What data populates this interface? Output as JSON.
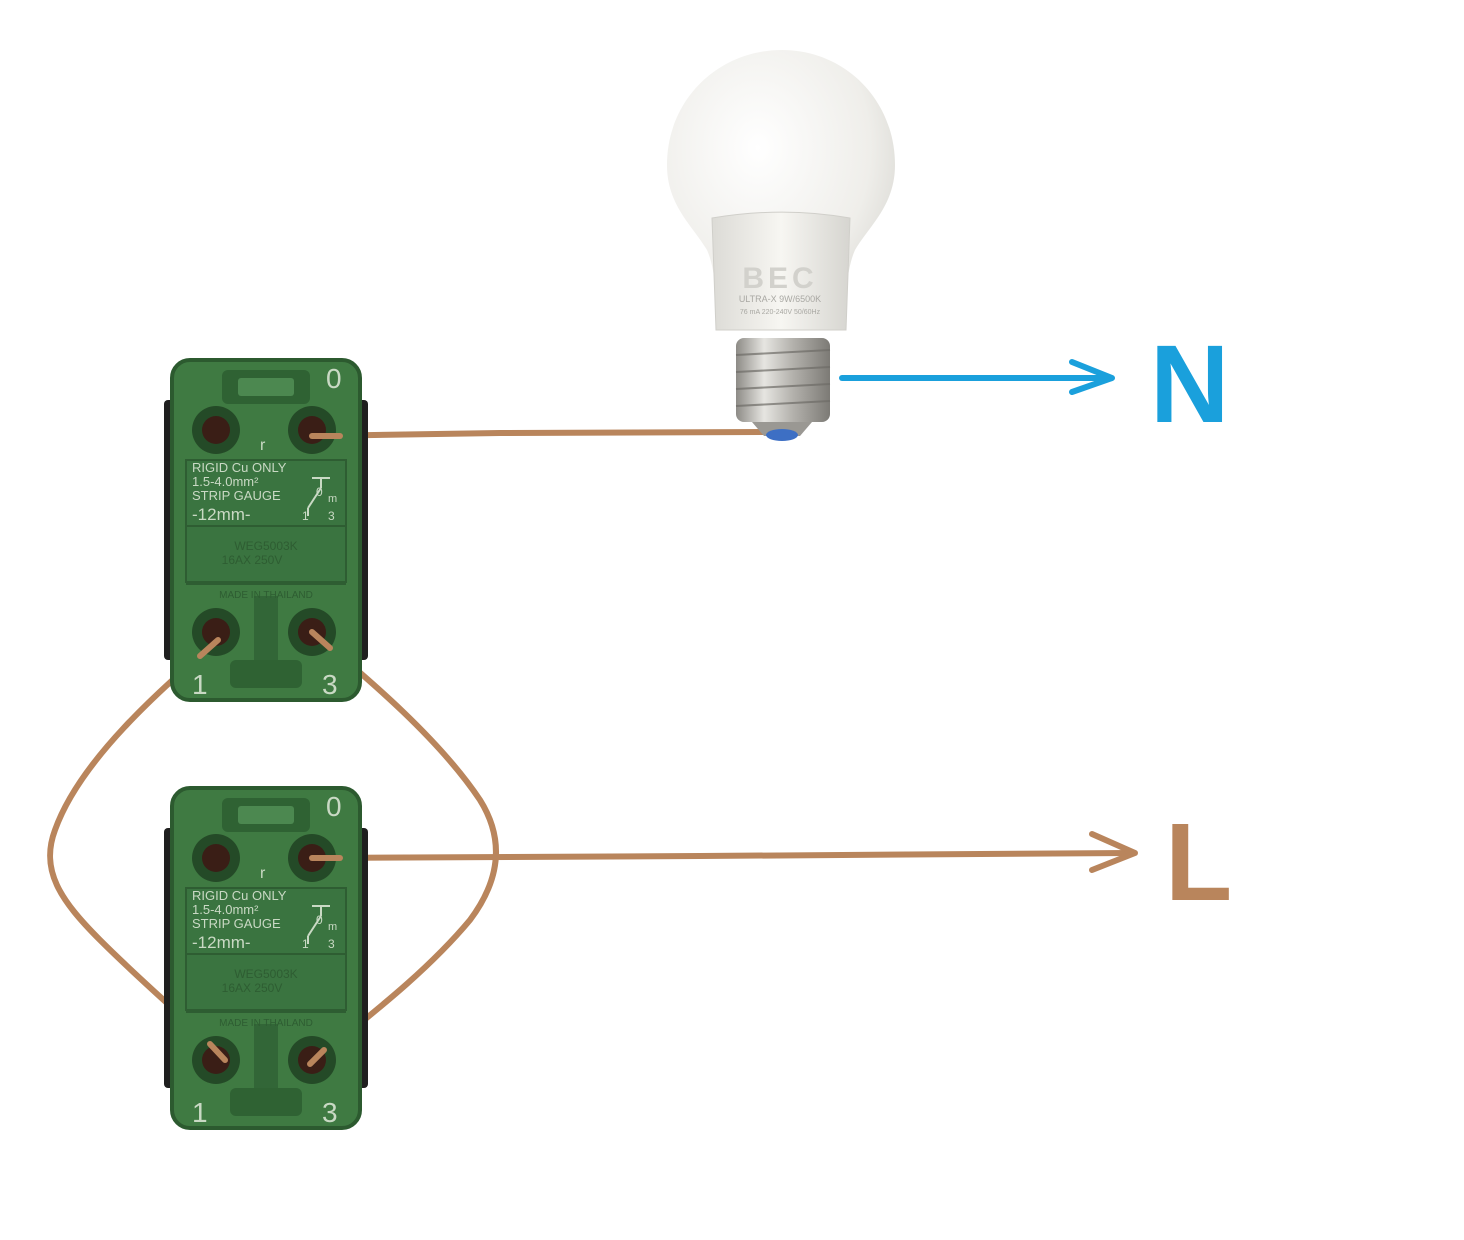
{
  "colors": {
    "live_wire": "#b9855c",
    "neutral_wire": "#1aa0dc",
    "switch_body": "#3f7a42",
    "switch_body_dark": "#2c5a2f",
    "switch_text": "#c9d9c4",
    "bulb_glass": "#f3f2ef",
    "bulb_base": "#c8c8c4"
  },
  "labels": {
    "neutral": "N",
    "live": "L"
  },
  "bulb": {
    "brand": "BEC",
    "model": "ULTRA-X 9W/6500K",
    "rating": "76 mA 220-240V 50/60Hz"
  },
  "switches": [
    {
      "terminal_top_right": "0",
      "symbol": "r",
      "line1": "RIGID Cu ONLY",
      "line2": "1.5-4.0mm²",
      "line3": "STRIP GAUGE",
      "gauge": "-12mm-",
      "pos_0": "0",
      "pos_m": "m",
      "pos_1": "1",
      "pos_3": "3",
      "model": "WEG5003K",
      "rating": "16AX 250V",
      "origin": "MADE IN THAILAND",
      "terminal_bottom_left": "1",
      "terminal_bottom_right": "3"
    },
    {
      "terminal_top_right": "0",
      "symbol": "r",
      "line1": "RIGID Cu ONLY",
      "line2": "1.5-4.0mm²",
      "line3": "STRIP GAUGE",
      "gauge": "-12mm-",
      "pos_0": "0",
      "pos_m": "m",
      "pos_1": "1",
      "pos_3": "3",
      "model": "WEG5003K",
      "rating": "16AX 250V",
      "origin": "MADE IN THAILAND",
      "terminal_bottom_left": "1",
      "terminal_bottom_right": "3"
    }
  ]
}
